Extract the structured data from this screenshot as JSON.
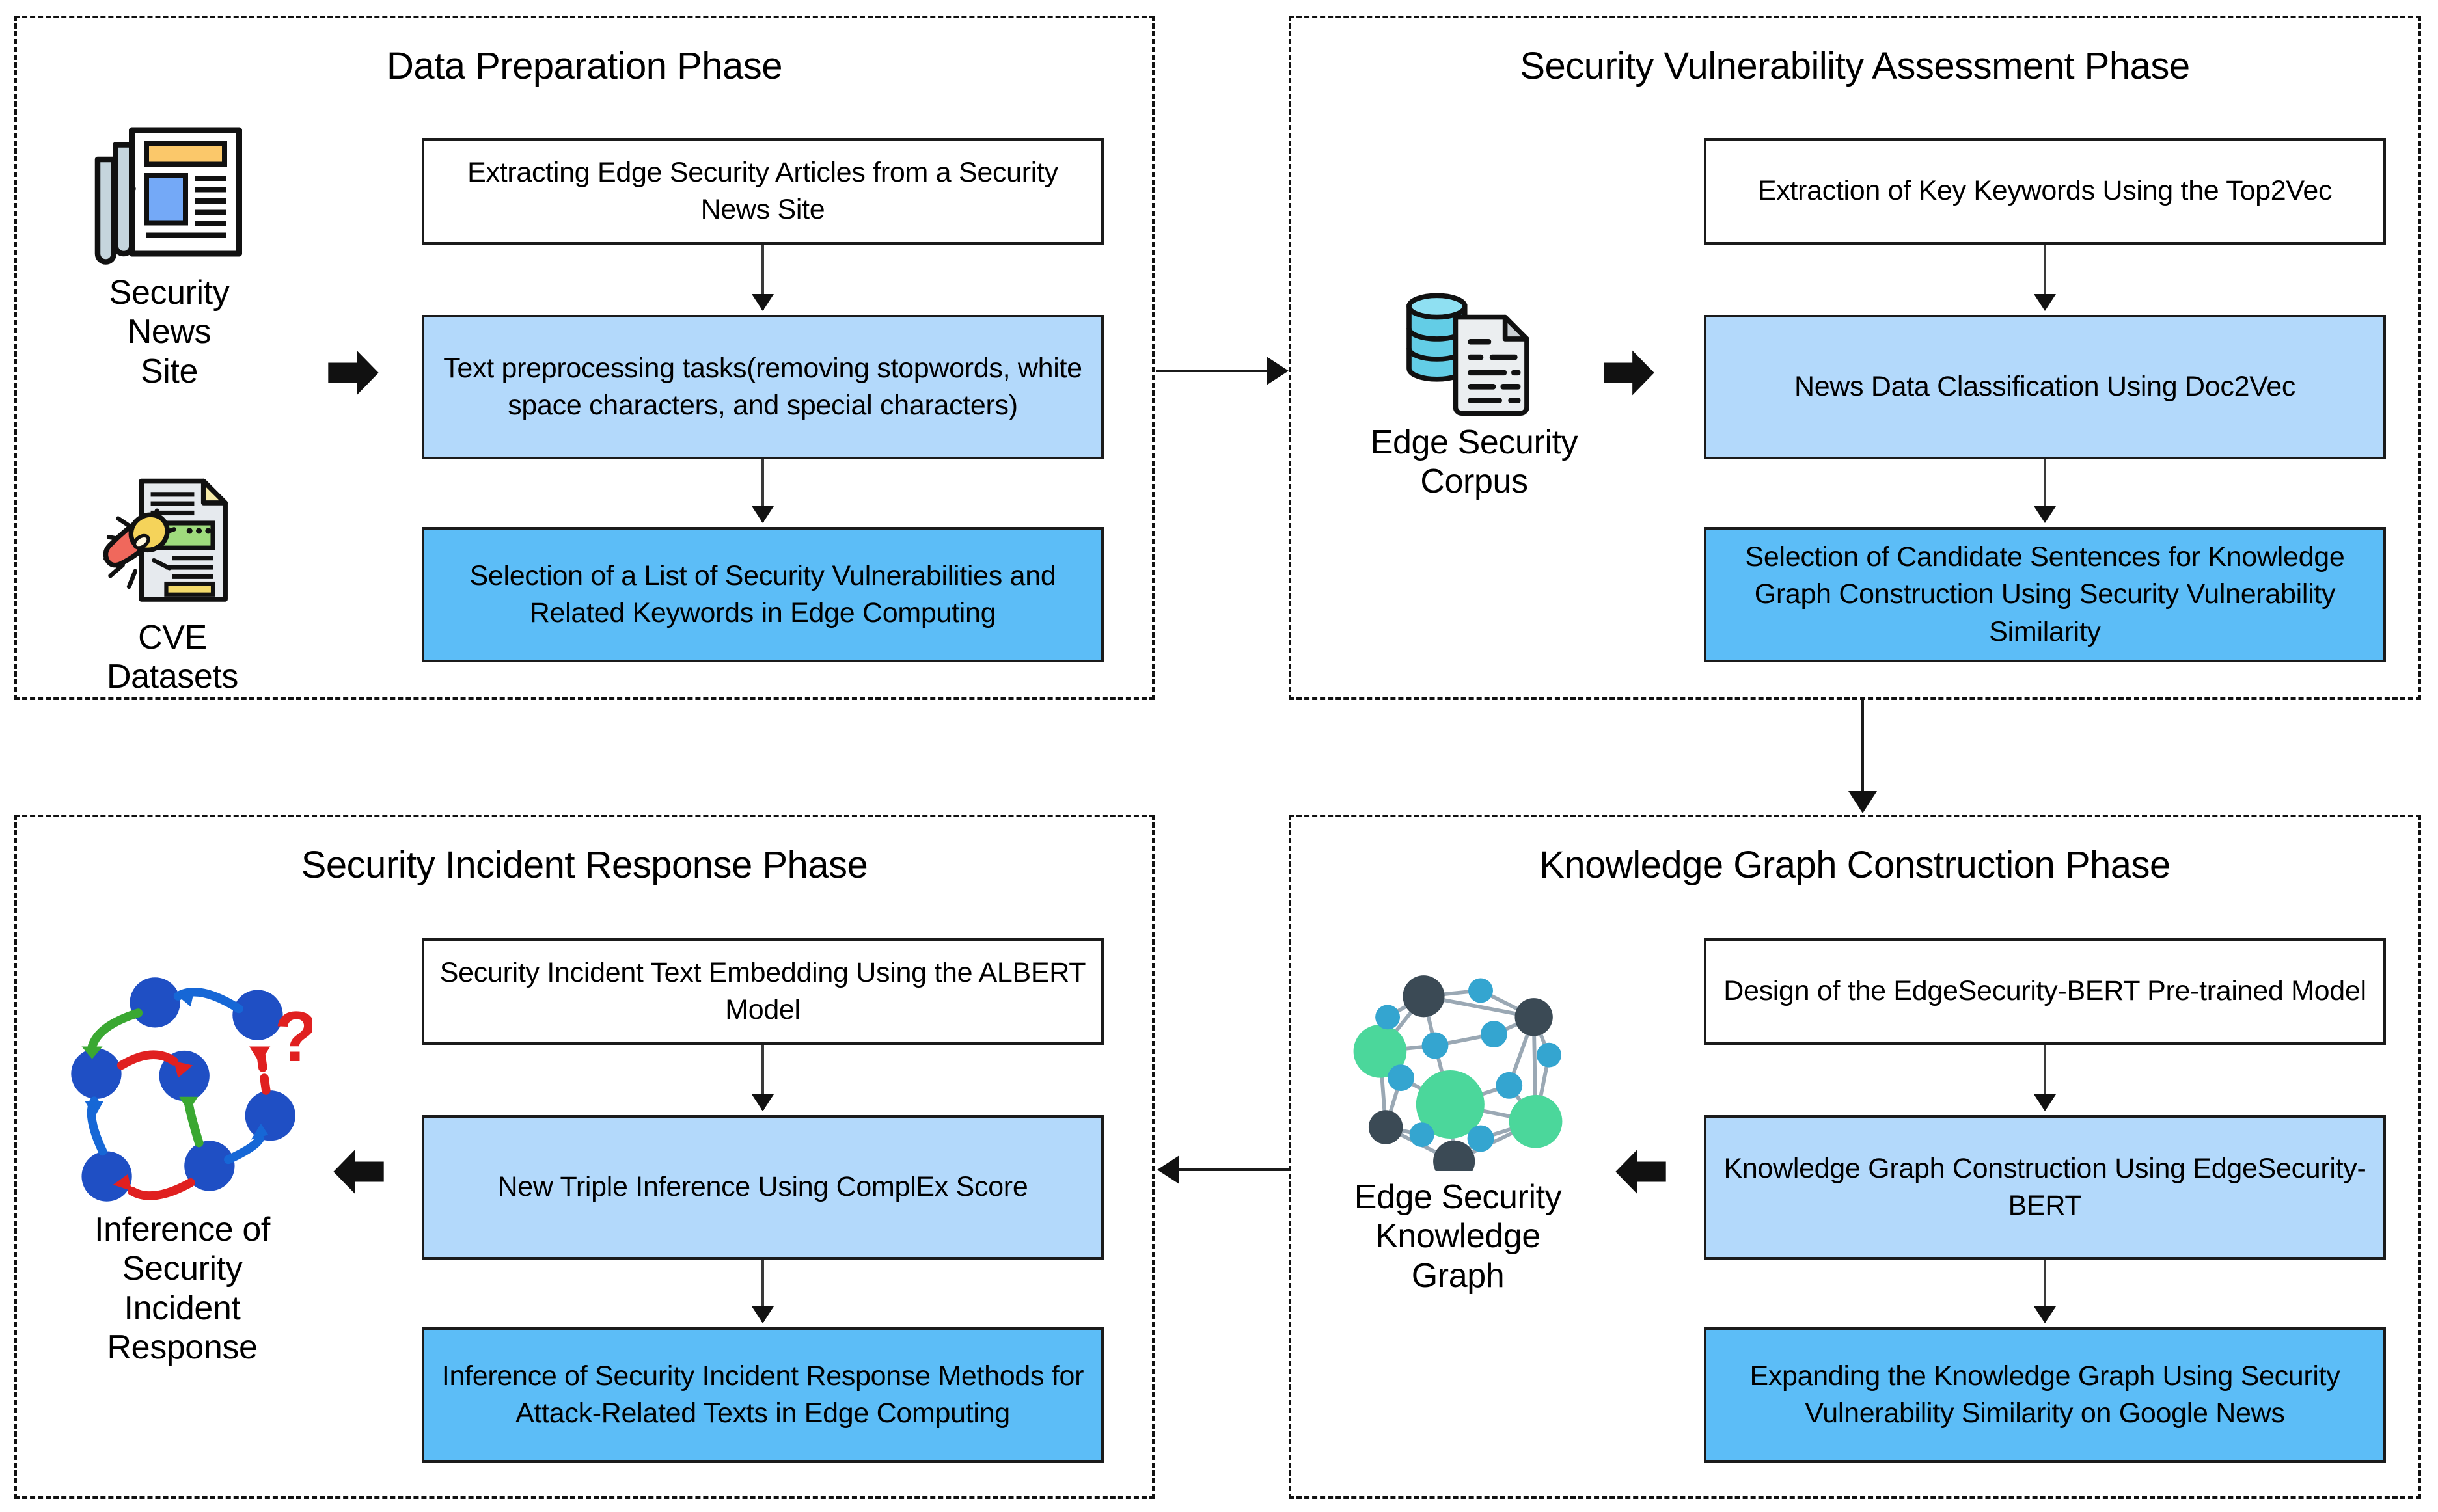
{
  "figure": {
    "type": "flowchart",
    "orientation": "2x2 phase grid, clockwise flow"
  },
  "colors": {
    "box_white": "#ffffff",
    "box_light_blue": "#b3d9fb",
    "box_dark_blue": "#5cbdf7",
    "box_border": "#1b1b1b",
    "panel_border": "#111111",
    "connector": "#1b1b1b",
    "graph_node_green": "#4bd79b",
    "graph_node_teal": "#34a5d0",
    "graph_node_slate": "#3b4a55",
    "graph_edge": "#9aa8b4",
    "inference_node_blue": "#1f4fc4",
    "inference_arrow_green": "#3aa832",
    "inference_arrow_red": "#e02020",
    "inference_arrow_blue": "#1667d6",
    "newspaper_header": "#fbc86a",
    "newspaper_photo": "#74a9f7",
    "newspaper_fold": "#c5d5dd",
    "cve_green": "#9fdb7d",
    "cve_yellow": "#f2d96b",
    "cve_bug_body": "#f0685c",
    "cve_bug_head": "#f5d35a",
    "cve_page": "#e6eaee",
    "cve_corner": "#f6eaa8",
    "db_cylinder": "#63cde6",
    "doc_page": "#ebeef0"
  },
  "panels": [
    {
      "id": "data-prep",
      "title": "Data Preparation Phase",
      "steps": [
        {
          "id": "extract-articles",
          "style": "white",
          "text": "Extracting Edge Security Articles from a Security News Site"
        },
        {
          "id": "text-preprocessing",
          "style": "light",
          "text": "Text preprocessing tasks(removing stopwords, white space characters, and special characters)"
        },
        {
          "id": "select-vuln-list",
          "style": "dark",
          "text": "Selection of a List of Security Vulnerabilities and Related Keywords in Edge Computing"
        }
      ],
      "inputs": [
        {
          "id": "security-news-site",
          "icon": "newspaper-icon",
          "label": "Security News\nSite"
        },
        {
          "id": "cve-datasets",
          "icon": "bug-document-icon",
          "label": "CVE Datasets"
        }
      ]
    },
    {
      "id": "vuln-assessment",
      "title": "Security Vulnerability Assessment Phase",
      "steps": [
        {
          "id": "extract-keywords",
          "style": "white",
          "text": "Extraction of Key Keywords Using the Top2Vec"
        },
        {
          "id": "news-classification",
          "style": "light",
          "text": "News Data Classification Using Doc2Vec"
        },
        {
          "id": "select-candidate-sentences",
          "style": "dark",
          "text": "Selection of Candidate Sentences for Knowledge Graph Construction Using Security Vulnerability Similarity"
        }
      ],
      "inputs": [
        {
          "id": "edge-security-corpus",
          "icon": "database-document-icon",
          "label": "Edge Security\nCorpus"
        }
      ]
    },
    {
      "id": "kg-construction",
      "title": "Knowledge Graph Construction Phase",
      "steps": [
        {
          "id": "design-bert",
          "style": "white",
          "text": "Design of the EdgeSecurity-BERT Pre-trained Model"
        },
        {
          "id": "kg-construction-bert",
          "style": "light",
          "text": "Knowledge Graph Construction Using EdgeSecurity-BERT"
        },
        {
          "id": "expand-kg",
          "style": "dark",
          "text": "Expanding the Knowledge Graph Using Security Vulnerability Similarity on Google News"
        }
      ],
      "outputs": [
        {
          "id": "edge-security-knowledge-graph",
          "icon": "knowledge-graph-icon",
          "label": "Edge Security\nKnowledge\nGraph"
        }
      ]
    },
    {
      "id": "incident-response",
      "title": "Security Incident Response Phase",
      "steps": [
        {
          "id": "albert-embedding",
          "style": "white",
          "text": "Security Incident Text Embedding Using the ALBERT Model"
        },
        {
          "id": "triple-inference",
          "style": "light",
          "text": "New Triple Inference Using ComplEx Score"
        },
        {
          "id": "infer-response-methods",
          "style": "dark",
          "text": "Inference of Security Incident Response Methods for Attack-Related Texts in Edge Computing"
        }
      ],
      "outputs": [
        {
          "id": "inference-of-security-incident-response",
          "icon": "inference-graph-icon",
          "label": "Inference of\nSecurity\nIncident\nResponse"
        }
      ]
    }
  ],
  "connectors": [
    {
      "id": "data-prep-to-vuln",
      "from": "data-prep",
      "to": "vuln-assessment",
      "direction": "right"
    },
    {
      "id": "vuln-to-kg",
      "from": "vuln-assessment",
      "to": "kg-construction",
      "direction": "down"
    },
    {
      "id": "kg-to-incident",
      "from": "kg-construction",
      "to": "incident-response",
      "direction": "left"
    }
  ]
}
